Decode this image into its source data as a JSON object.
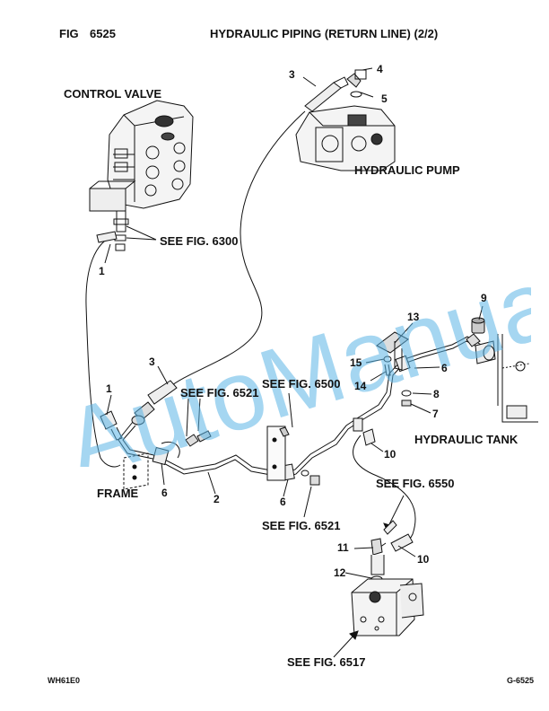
{
  "header": {
    "fig_label": "FIG",
    "fig_number": "6525",
    "title": "HYDRAULIC PIPING (RETURN LINE) (2/2)"
  },
  "components": {
    "control_valve": "CONTROL VALVE",
    "hydraulic_pump": "HYDRAULIC PUMP",
    "hydraulic_tank": "HYDRAULIC TANK",
    "frame": "FRAME"
  },
  "references": {
    "fig_6300": "SEE FIG. 6300",
    "fig_6521_upper": "SEE FIG. 6521",
    "fig_6500": "SEE FIG. 6500",
    "fig_6521_lower": "SEE FIG. 6521",
    "fig_6550": "SEE FIG. 6550",
    "fig_6517": "SEE FIG. 6517"
  },
  "callouts": {
    "c1_top": "1",
    "c1_mid": "1",
    "c2": "2",
    "c3_top": "3",
    "c3_mid": "3",
    "c4": "4",
    "c5": "5",
    "c6_left": "6",
    "c6_center": "6",
    "c6_right": "6",
    "c7": "7",
    "c8": "8",
    "c9": "9",
    "c10_upper": "10",
    "c10_lower": "10",
    "c11": "11",
    "c12": "12",
    "c13": "13",
    "c14": "14",
    "c15": "15"
  },
  "footer": {
    "left_code": "WH61E0",
    "right_code": "G-6525"
  },
  "watermark": "AutoManual",
  "colors": {
    "watermark": "#5bb4e6",
    "line": "#111111"
  }
}
